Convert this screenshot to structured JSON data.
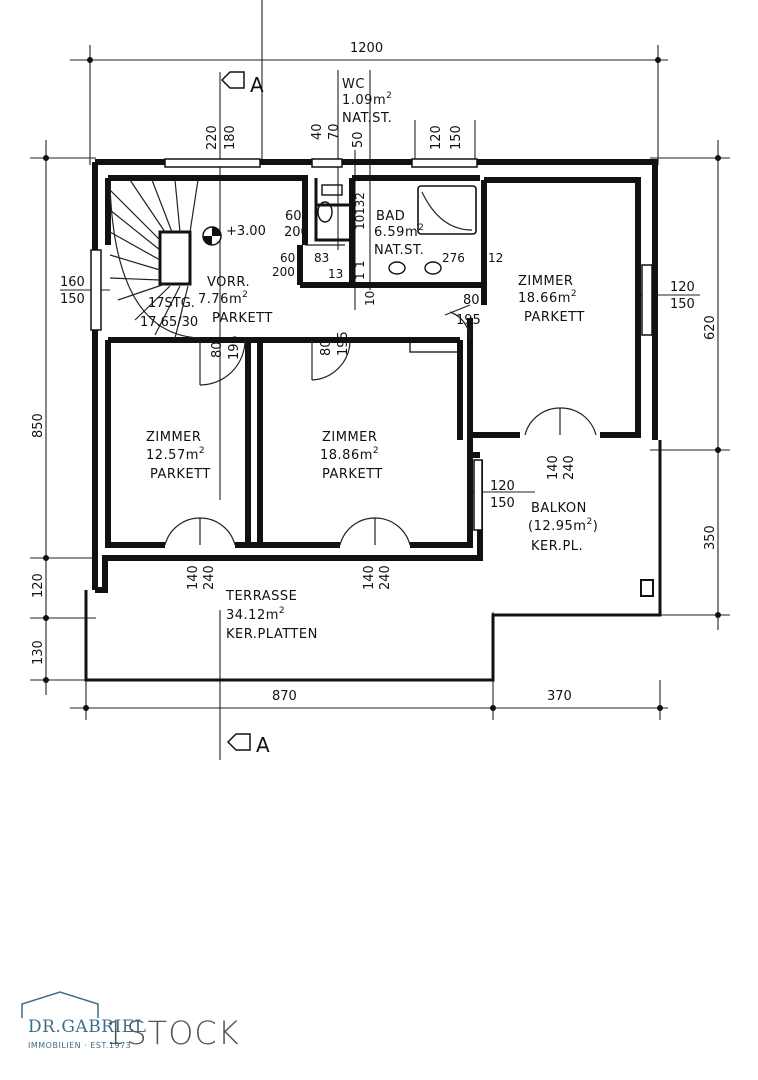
{
  "section_marker": {
    "arrow_label": "A"
  },
  "dimensions": {
    "top_total": "1200",
    "bottom_left": "870",
    "bottom_right": "370",
    "left_main": "850",
    "left_120": "120",
    "left_130": "130",
    "right_620": "620",
    "right_350": "350",
    "window_top_a": "220",
    "window_top_b": "180",
    "wc_40": "40",
    "wc_70": "70",
    "wc_50": "50",
    "bath_120": "120",
    "bath_150": "150",
    "left_window_160": "160",
    "left_window_150": "150",
    "right_window_120": "120",
    "right_window_150": "150",
    "balcony_window_120": "120",
    "balcony_window_150": "150",
    "wc_door_60": "60",
    "wc_door_200": "200",
    "bath_60": "60",
    "bath_83": "83",
    "bath_200": "200",
    "bath_13": "13",
    "bath_10": "10",
    "bath_132": "132",
    "bath_276": "276",
    "bath_12": "12",
    "bath_1a": "1",
    "bath_1b": "1",
    "bath_10b": "10",
    "door_80_a": "80",
    "door_195_a": "195",
    "door_80_b": "80",
    "door_195_b": "195",
    "door_80_c": "80",
    "door_195_c": "195",
    "door_140_a": "140",
    "door_240_a": "240",
    "door_140_b": "140",
    "door_240_b": "240",
    "door_140_c": "140",
    "door_240_c": "240",
    "level": "+3.00"
  },
  "rooms": {
    "wc": {
      "name": "WC",
      "area": "1.09m",
      "sup": "2",
      "floor": "NAT.ST."
    },
    "bad": {
      "name": "BAD",
      "area": "6.59m",
      "sup": "2",
      "floor": "NAT.ST."
    },
    "vorraum": {
      "name": "VORR.",
      "area": "7.76m",
      "sup": "2",
      "floor": "PARKETT"
    },
    "stairs": {
      "label": "17STG.",
      "value": "17.65/30"
    },
    "zimmer_ne": {
      "name": "ZIMMER",
      "area": "18.66m",
      "sup": "2",
      "floor": "PARKETT"
    },
    "zimmer_sw": {
      "name": "ZIMMER",
      "area": "12.57m",
      "sup": "2",
      "floor": "PARKETT"
    },
    "zimmer_s": {
      "name": "ZIMMER",
      "area": "18.86m",
      "sup": "2",
      "floor": "PARKETT"
    },
    "balkon": {
      "name": "BALKON",
      "area": "(12.95m",
      "sup": "2",
      "close": ")",
      "floor": "KER.PL."
    },
    "terrasse": {
      "name": "TERRASSE",
      "area": "34.12m",
      "sup": "2",
      "floor": "KER.PLATTEN"
    }
  },
  "footer": {
    "logo_name": "DR.GABRIEL",
    "logo_sub": "IMMOBILIEN · EST.1973",
    "floor_label": "1STOCK",
    "brand_color": "#3c6f8a"
  }
}
